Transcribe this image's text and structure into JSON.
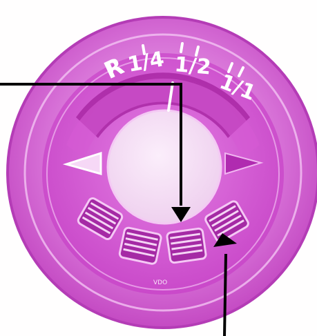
{
  "gauge": {
    "scale_labels": [
      "R",
      "1/4",
      "1/2",
      "1/1"
    ],
    "maker_mark": "VDO",
    "fuel_level": 0.5,
    "colors": {
      "face": "#d24fd4",
      "face_dark": "#a8209f",
      "center": "#f4dcf4",
      "arrow": "#000000",
      "marking": "#ffffff"
    }
  }
}
